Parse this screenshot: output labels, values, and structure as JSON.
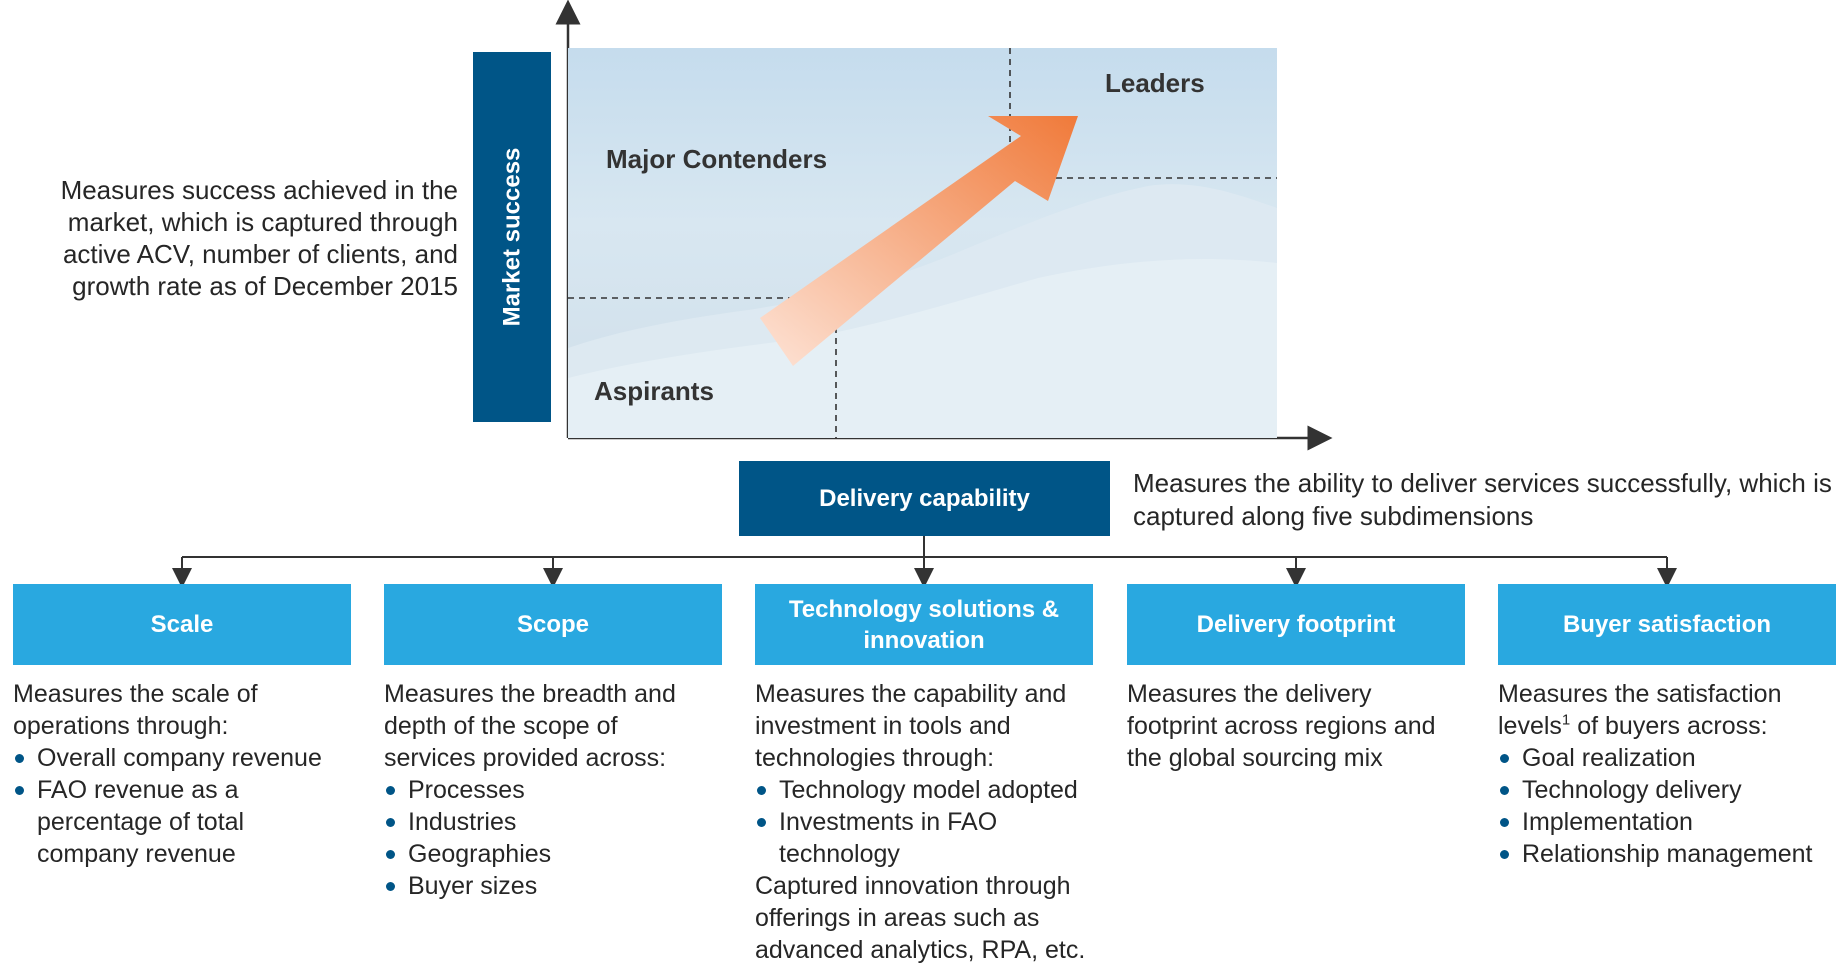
{
  "market_axis": {
    "label": "Market success",
    "description": "Measures success achieved in the market, which is captured through active ACV, number of clients, and growth rate as of December 2015"
  },
  "matrix": {
    "quadrants": {
      "leaders": "Leaders",
      "major_contenders": "Major Contenders",
      "aspirants": "Aspirants"
    }
  },
  "delivery_axis": {
    "label": "Delivery capability",
    "description": "Measures the ability to deliver services successfully, which is captured along five subdimensions"
  },
  "dimensions": [
    {
      "title": "Scale",
      "intro": "Measures the scale of operations through:",
      "bullets": [
        "Overall company revenue",
        "FAO revenue as a percentage of total company revenue"
      ],
      "outro": ""
    },
    {
      "title": "Scope",
      "intro": "Measures the breadth and depth of the scope of services provided across:",
      "bullets": [
        "Processes",
        "Industries",
        "Geographies",
        "Buyer sizes"
      ],
      "outro": ""
    },
    {
      "title": "Technology solutions & innovation",
      "intro": "Measures the capability and investment in tools and technologies through:",
      "bullets": [
        "Technology model adopted",
        "Investments in FAO technology"
      ],
      "outro": "Captured innovation through offerings in areas such as advanced analytics, RPA, etc."
    },
    {
      "title": "Delivery footprint",
      "intro": "Measures the delivery footprint across regions and the global sourcing mix",
      "bullets": [],
      "outro": ""
    },
    {
      "title": "Buyer satisfaction",
      "intro": "Measures the satisfaction levels",
      "intro_sup": "1",
      "intro_after": " of buyers across:",
      "bullets": [
        "Goal realization",
        "Technology delivery",
        "Implementation",
        "Relationship management"
      ],
      "outro": ""
    }
  ],
  "colors": {
    "dark_blue": "#005587",
    "light_blue": "#29a8e0",
    "arrow_start": "#fde3d6",
    "arrow_end": "#f07a3a"
  }
}
